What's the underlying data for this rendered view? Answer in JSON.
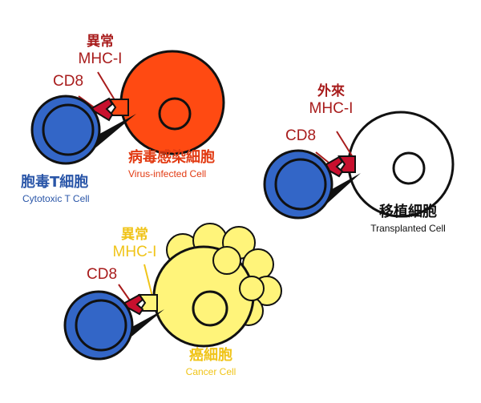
{
  "colors": {
    "dark_red": "#a81c1c",
    "tcr_red": "#c8102e",
    "virus_red": "#ff4a12",
    "blue": "#3366c7",
    "cancer_yellow": "#fff47a",
    "label_yellow": "#f0c419",
    "outline": "#111111"
  },
  "virus_panel": {
    "mhc_label_1": "異常",
    "mhc_label_2": "MHC-I",
    "cd8_label": "CD8",
    "target_name": "病毒感染細胞",
    "target_name_en": "Virus-infected Cell",
    "tcell_name": "胞毒T細胞",
    "tcell_name_en": "Cytotoxic T Cell"
  },
  "transplant_panel": {
    "mhc_label_1": "外來",
    "mhc_label_2": "MHC-I",
    "cd8_label": "CD8",
    "target_name": "移植細胞",
    "target_name_en": "Transplanted Cell"
  },
  "cancer_panel": {
    "mhc_label_1": "異常",
    "mhc_label_2": "MHC-I",
    "cd8_label": "CD8",
    "target_name": "癌細胞",
    "target_name_en": "Cancer Cell"
  }
}
